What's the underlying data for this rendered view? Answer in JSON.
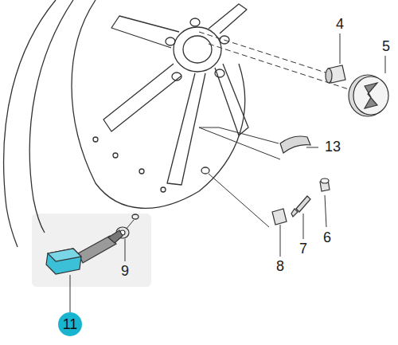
{
  "diagram": {
    "nodes": [
      {
        "text": [
          "11"
        ]
      }
    ],
    "edges": [],
    "labels": [
      "4",
      "5",
      "13",
      "6",
      "7",
      "8",
      "9"
    ]
  }
}
